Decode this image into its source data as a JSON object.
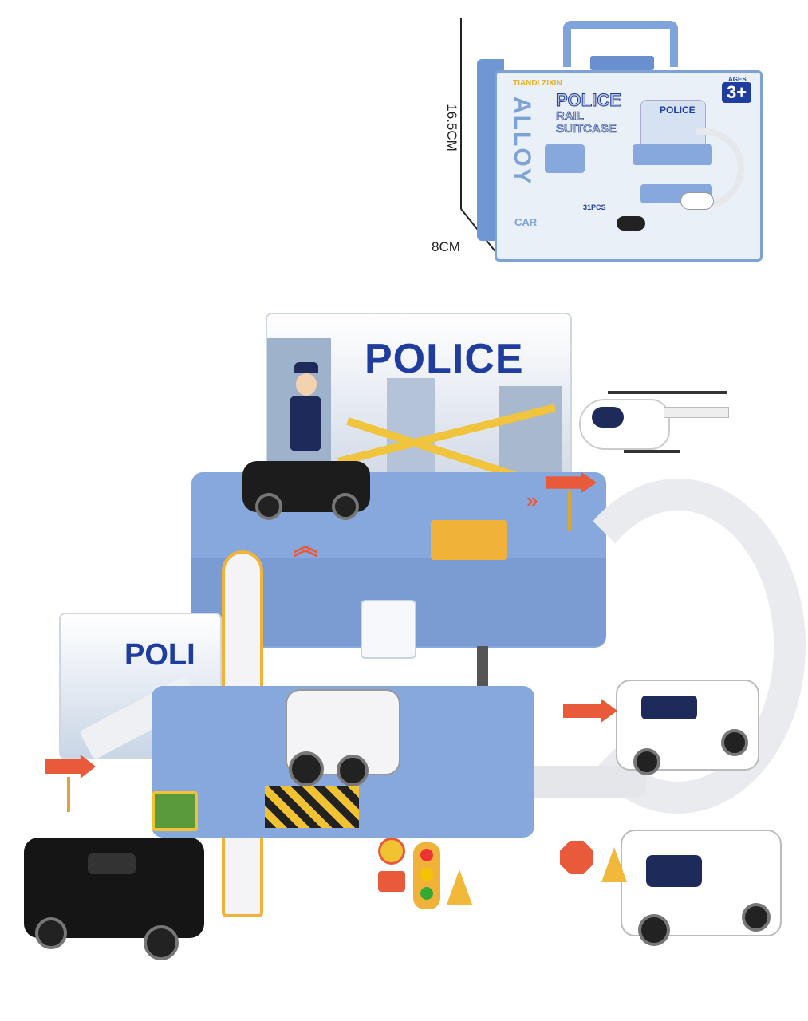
{
  "dimensions": {
    "height_label": "16.5CM",
    "width_label": "8CM"
  },
  "package": {
    "brand": "TIANDI ZIXIN",
    "title_main": "POLICE",
    "title_sub1": "RAIL",
    "title_sub2": "SUITCASE",
    "side_text": "ALLOY",
    "side_sub": "CAR",
    "ages_label": "AGES",
    "ages_value": "3+",
    "scene_label": "POLICE",
    "count_label": "31PCS"
  },
  "toy": {
    "backdrop_title": "POLICE",
    "small_backdrop_title": "POLI"
  },
  "colors": {
    "box_blue": "#7ea2d6",
    "toy_blue": "#86a8dc",
    "title_blue": "#1f3d9e",
    "cone_yellow": "#f2b83a",
    "arrow_red": "#e85a3a"
  }
}
